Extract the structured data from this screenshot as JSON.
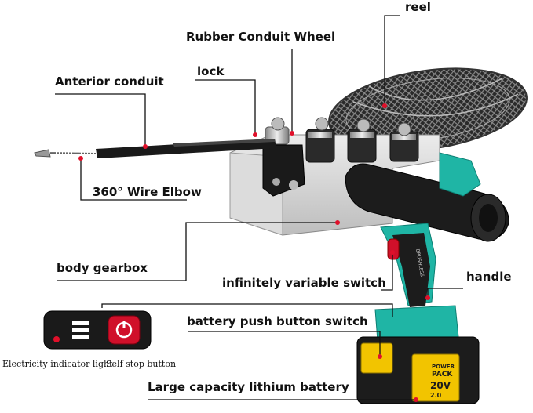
{
  "labels": {
    "reel": "reel",
    "rubber_conduit_wheel": "Rubber Conduit Wheel",
    "lock": "lock",
    "anterior_conduit": "Anterior conduit",
    "wire_elbow": "360° Wire Elbow",
    "body_gearbox": "body gearbox",
    "variable_switch": "infinitely variable switch",
    "handle": "handle",
    "battery_push_button": "battery push button switch",
    "lithium_battery": "Large capacity lithium battery",
    "indicator_light": "Electricity indicator light",
    "self_stop_button": "Self stop button"
  },
  "product_text": {
    "battery_pack_top": "POWER",
    "battery_pack_line1": "PACK",
    "battery_pack_voltage": "20V",
    "battery_pack_capacity": "2.0",
    "grip_brand": "BRUSHLESS"
  },
  "colors": {
    "teal": "#1fb5a5",
    "battery_yellow": "#f2c400",
    "leader_line": "#111111",
    "marker_red": "#e0102a",
    "gearbox": "#d8d8d8",
    "body_black": "#1c1c1c"
  }
}
